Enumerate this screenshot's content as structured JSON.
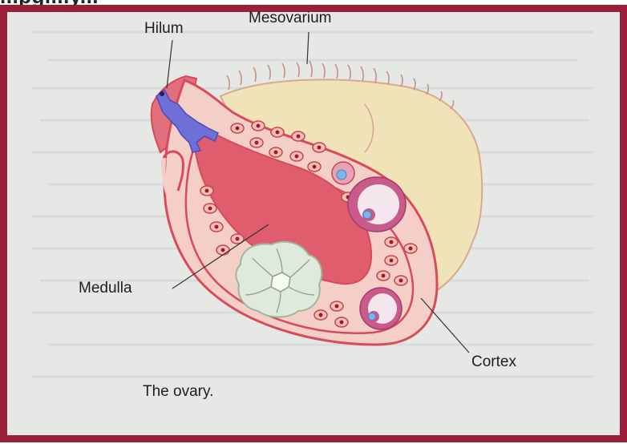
{
  "header_cut_text": "...pgi...y...",
  "labels": {
    "hilum": "Hilum",
    "mesovarium": "Mesovarium",
    "medulla": "Medulla",
    "cortex": "Cortex"
  },
  "caption": "The ovary.",
  "colors": {
    "frame": "#9c1f3a",
    "background": "#e6e8e6",
    "mesovarium": "#f1e3b8",
    "cortex": "#f4cfc7",
    "medulla": "#df5d6c",
    "outline": "#d94a5a",
    "follicle": "#c85b8a",
    "vessel": "#6f6fd8",
    "corpus": "#dfe9dc"
  }
}
